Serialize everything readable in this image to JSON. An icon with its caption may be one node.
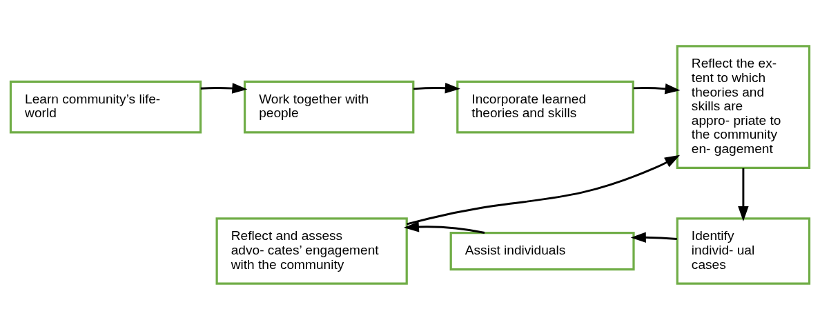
{
  "diagram": {
    "nodes": [
      {
        "text": [
          "Learn community’s life- world"
        ]
      },
      {
        "text": [
          "Work together with people"
        ]
      },
      {
        "text": [
          "Incorporate learned theories and skills"
        ]
      },
      {
        "text": [
          "Reflect the ex- tent to which theories and skills are appro- priate to the community en- gagement"
        ]
      },
      {
        "text": [
          "Reflect and assess advo- cates’ engagement with the community"
        ]
      },
      {
        "text": [
          "Assist individuals"
        ]
      },
      {
        "text": [
          "Identify individ- ual cases"
        ]
      }
    ],
    "edges": [
      {
        "from": 0,
        "to": 1,
        "arrow": "to"
      },
      {
        "from": 1,
        "to": 2,
        "arrow": "to"
      },
      {
        "from": 2,
        "to": 3,
        "arrow": "to"
      },
      {
        "from": 3,
        "to": 6,
        "arrow": "to"
      },
      {
        "from": 6,
        "to": 5,
        "arrow": "to"
      },
      {
        "from": 5,
        "to": 4,
        "arrow": "to"
      },
      {
        "from": 4,
        "to": 3,
        "arrow": "to"
      }
    ]
  }
}
